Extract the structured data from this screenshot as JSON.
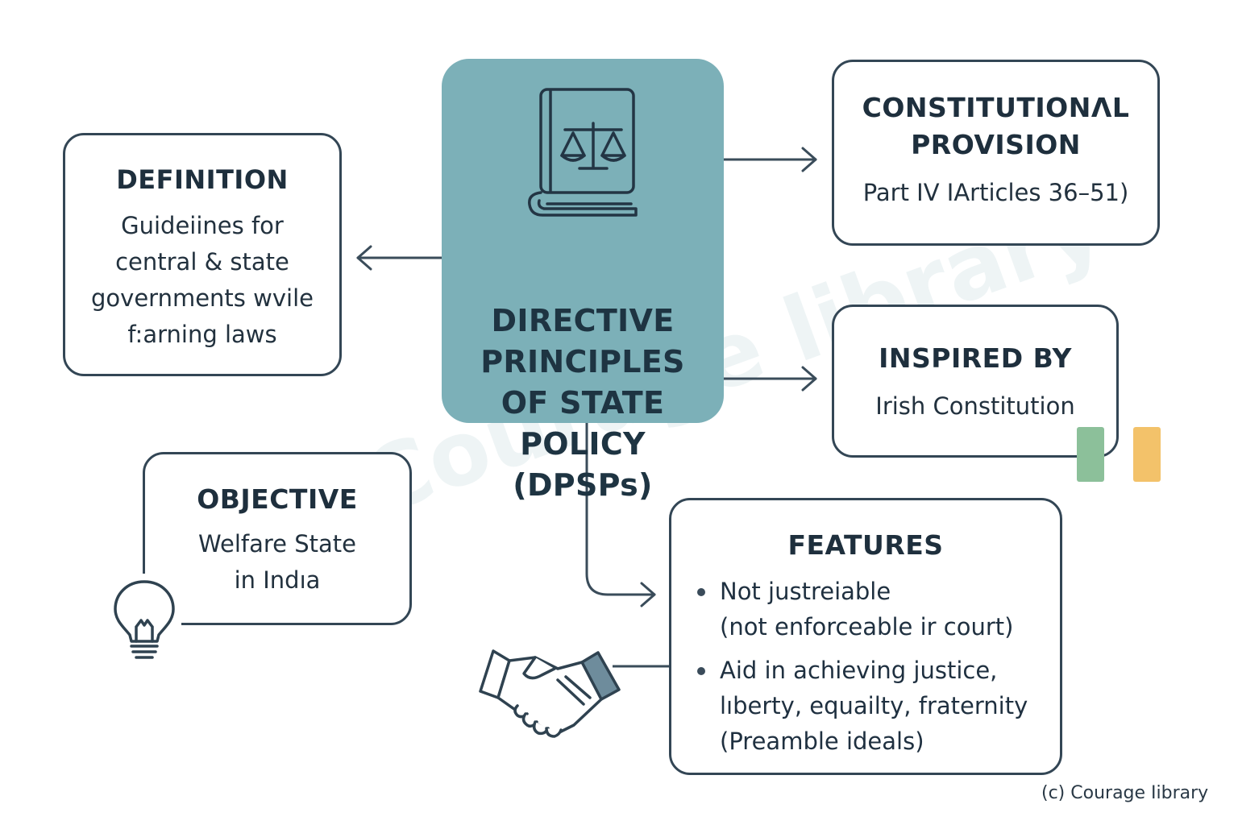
{
  "center": {
    "lines": [
      "DIRECTIVE",
      "PRINCIPLES",
      "OF STATE POLICY",
      "(DPSPs)"
    ],
    "icon": "law-book-scales-icon"
  },
  "definition": {
    "title": "DEFINITION",
    "lines": [
      "Guideiines for",
      "central & state",
      "governments wvile",
      "f:arning laws"
    ]
  },
  "constitutional": {
    "title_lines": [
      "CONSTITUTIONΛL",
      "PROVISION"
    ],
    "text": "Part IV IArticles 36–51)"
  },
  "inspired": {
    "title": "INSPIRED BY",
    "text": "Irish Constitution",
    "flag_colors": [
      "#8cc09a",
      "#ffffff",
      "#f3c26a"
    ]
  },
  "objective": {
    "title": "OBJECTIVE",
    "lines": [
      "Welfare State",
      "in Indıa"
    ],
    "icon": "lightbulb-icon"
  },
  "features": {
    "title": "FEATURES",
    "items": [
      {
        "lines": [
          "Not justreiable",
          "(not enforceable ir court)"
        ]
      },
      {
        "lines": [
          "Aid in achieving justice,",
          "lıberty, equailty, fraternity",
          "(Preamble ideals)"
        ]
      }
    ],
    "icon": "handshake-icon"
  },
  "watermark": "Courage library",
  "copyright": "(c) Courage Iibrary",
  "colors": {
    "center_fill": "#7cb0b8",
    "stroke": "#334655"
  }
}
